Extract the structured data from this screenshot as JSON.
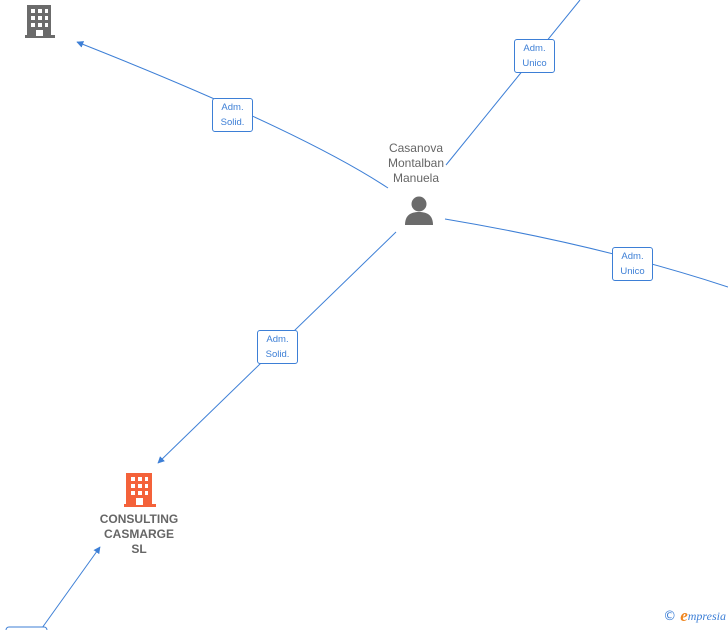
{
  "person": {
    "name_line1": "Casanova",
    "name_line2": "Montalban",
    "name_line3": "Manuela",
    "icon": "person-icon"
  },
  "company_main": {
    "name_line1": "CONSULTING",
    "name_line2": "CASMARGE",
    "name_line3": "SL",
    "icon": "building-icon",
    "color": "#f4623a"
  },
  "company_top": {
    "icon": "building-icon",
    "color": "#6b6b6b"
  },
  "edges": [
    {
      "line1": "Adm.",
      "line2": "Solid."
    },
    {
      "line1": "Adm.",
      "line2": "Unico"
    },
    {
      "line1": "Adm.",
      "line2": "Unico"
    },
    {
      "line1": "Adm.",
      "line2": "Solid."
    }
  ],
  "colors": {
    "edge": "#3d7fd6",
    "person_icon": "#6b6b6b",
    "text": "#666666"
  },
  "watermark": {
    "copyright": "©",
    "brand_first": "e",
    "brand_rest": "mpresia"
  }
}
